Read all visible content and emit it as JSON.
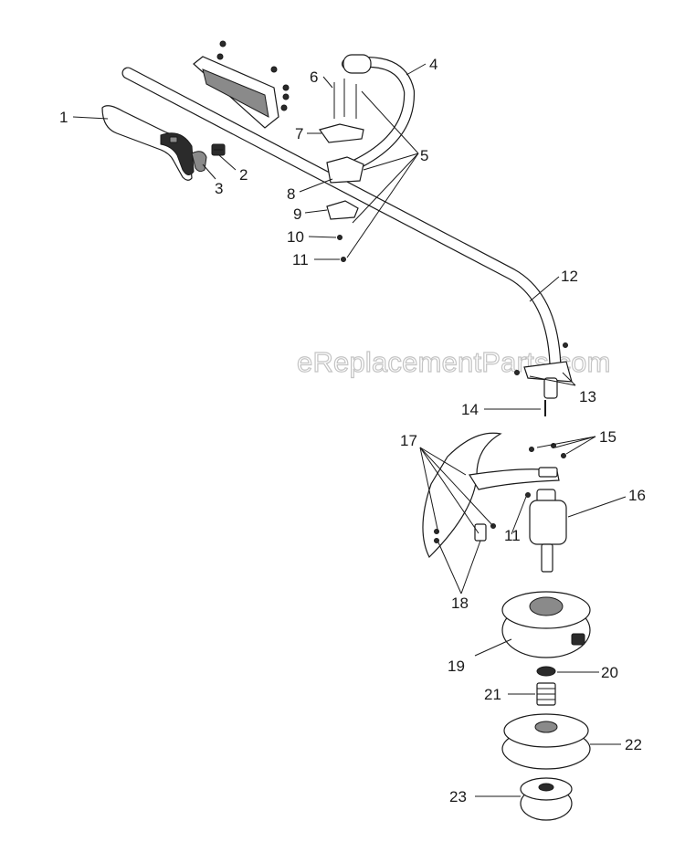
{
  "watermark": "eReplacementParts.com",
  "callouts": {
    "c1": "1",
    "c2": "2",
    "c3": "3",
    "c4": "4",
    "c5": "5",
    "c6": "6",
    "c7": "7",
    "c8": "8",
    "c9": "9",
    "c10": "10",
    "c11a": "11",
    "c11b": "11",
    "c12": "12",
    "c13": "13",
    "c14": "14",
    "c15": "15",
    "c16": "16",
    "c17": "17",
    "c18": "18",
    "c19": "19",
    "c20": "20",
    "c21": "21",
    "c22": "22",
    "c23": "23"
  }
}
